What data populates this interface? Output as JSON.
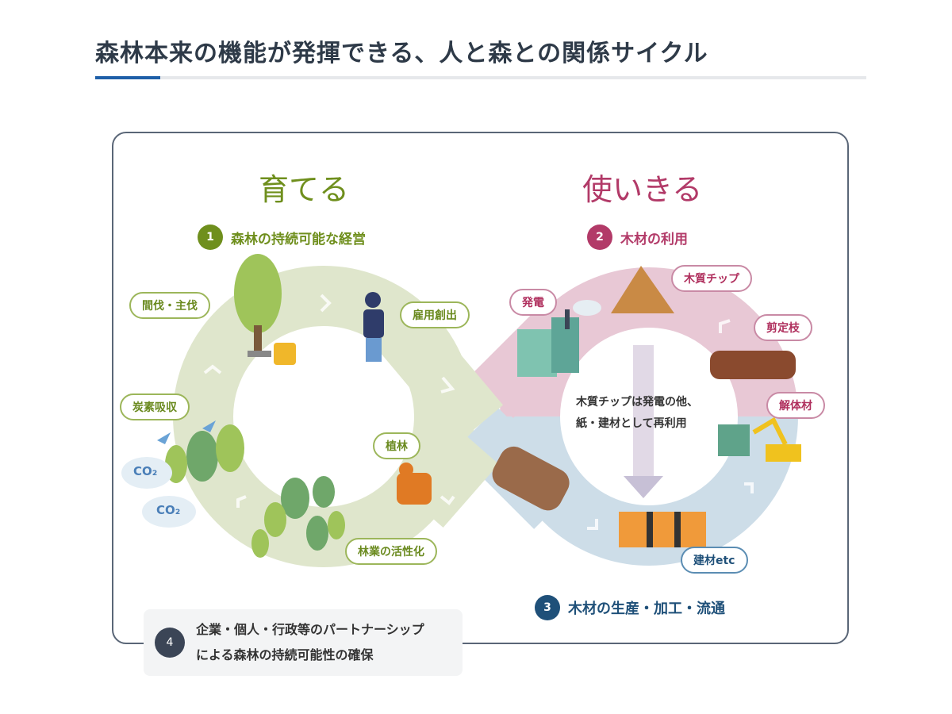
{
  "page": {
    "title": "森林本来の機能が発揮できる、人と森との関係サイクル"
  },
  "diagram": {
    "left_heading": "育てる",
    "right_heading": "使いきる",
    "sections": [
      {
        "num": "1",
        "label": "森林の持続可能な経営",
        "color": "#6f8f1d"
      },
      {
        "num": "2",
        "label": "木材の利用",
        "color": "#b23a68"
      },
      {
        "num": "3",
        "label": "木材の生産・加工・流通",
        "color": "#1f5079"
      },
      {
        "num": "4",
        "label_line1": "企業・個人・行政等のパートナーシップ",
        "label_line2": "による森林の持続可能性の確保",
        "color": "#3b4556"
      }
    ],
    "green_labels": [
      "間伐・主伐",
      "雇用創出",
      "炭素吸収",
      "植林",
      "林業の活性化"
    ],
    "pink_labels": [
      "発電",
      "木質チップ",
      "剪定枝",
      "解体材"
    ],
    "blue_labels": [
      "建材etc"
    ],
    "co2": [
      "CO₂",
      "CO₂"
    ],
    "note_line1": "木質チップは発電の他、",
    "note_line2": "紙・建材として再利用",
    "colors": {
      "green_band": "#dfe6cc",
      "pink_band": "#e8c8d5",
      "blue_band": "#cddde8"
    }
  }
}
